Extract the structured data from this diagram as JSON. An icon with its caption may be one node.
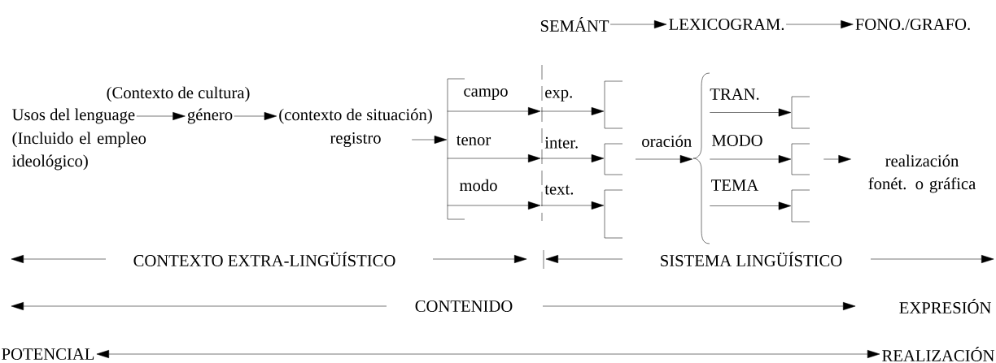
{
  "diagram": {
    "nodes": [
      {
        "text": [
          "SEMÁNT"
        ]
      },
      {
        "text": [
          "LEXICOGRAM."
        ]
      },
      {
        "text": [
          "FONO./GRAFO."
        ]
      },
      {
        "text": [
          "Usos del lenguage"
        ],
        "beside": [
          "(Incluido el empleo ideológico)"
        ]
      },
      {
        "text": [
          "género"
        ],
        "beside": [
          "(Contexto de cultura)"
        ]
      },
      {
        "text": [
          "registro"
        ],
        "beside": [
          "(contexto de situación)"
        ]
      },
      {
        "text": [],
        "shape": "bracket"
      },
      {
        "text": [
          "exp."
        ]
      },
      {
        "text": [
          "inter."
        ]
      },
      {
        "text": [
          "text."
        ]
      },
      {
        "text": [],
        "shape": "bracket"
      },
      {
        "text": [],
        "shape": "bracket"
      },
      {
        "text": [],
        "shape": "bracket"
      },
      {
        "text": [
          "oración"
        ]
      },
      {
        "text": [],
        "shape": "brace"
      },
      {
        "text": [],
        "shape": "bracket"
      },
      {
        "text": [],
        "shape": "bracket"
      },
      {
        "text": [],
        "shape": "bracket"
      },
      {
        "text": [
          "realización fonét. o gráfica"
        ]
      },
      {
        "text": [
          "POTENCIAL"
        ]
      },
      {
        "text": [
          "REALIZACIÓN"
        ]
      }
    ],
    "edges": [
      {
        "from": 0,
        "to": 1,
        "arrow": "to"
      },
      {
        "from": 1,
        "to": 2,
        "arrow": "to"
      },
      {
        "from": 3,
        "to": 4,
        "arrow": "to"
      },
      {
        "from": 4,
        "to": 5,
        "arrow": "to"
      },
      {
        "from": 5,
        "to": 6,
        "arrow": "to"
      },
      {
        "from": 6,
        "to": 7,
        "arrow": "to",
        "label": "campo"
      },
      {
        "from": 6,
        "to": 8,
        "arrow": "to",
        "label": "tenor"
      },
      {
        "from": 6,
        "to": 9,
        "arrow": "to",
        "label": "modo"
      },
      {
        "from": 7,
        "to": 10,
        "arrow": "to"
      },
      {
        "from": 8,
        "to": 11,
        "arrow": "to"
      },
      {
        "from": 9,
        "to": 12,
        "arrow": "to"
      },
      {
        "from": 13,
        "to": 14,
        "arrow": "to"
      },
      {
        "from": 14,
        "to": 15,
        "arrow": "to",
        "label": "TRAN."
      },
      {
        "from": 14,
        "to": 16,
        "arrow": "to",
        "label": "MODO"
      },
      {
        "from": 14,
        "to": 17,
        "arrow": "to",
        "label": "TEMA"
      },
      {
        "from": 16,
        "to": 18,
        "arrow": "to"
      },
      {
        "from": 19,
        "to": 20,
        "arrow": "both"
      }
    ],
    "labels": [
      "CONTEXTO EXTRA-LINGÜÍSTICO",
      "SISTEMA LINGÜÍSTICO",
      "CONTENIDO",
      "EXPRESIÓN"
    ]
  }
}
